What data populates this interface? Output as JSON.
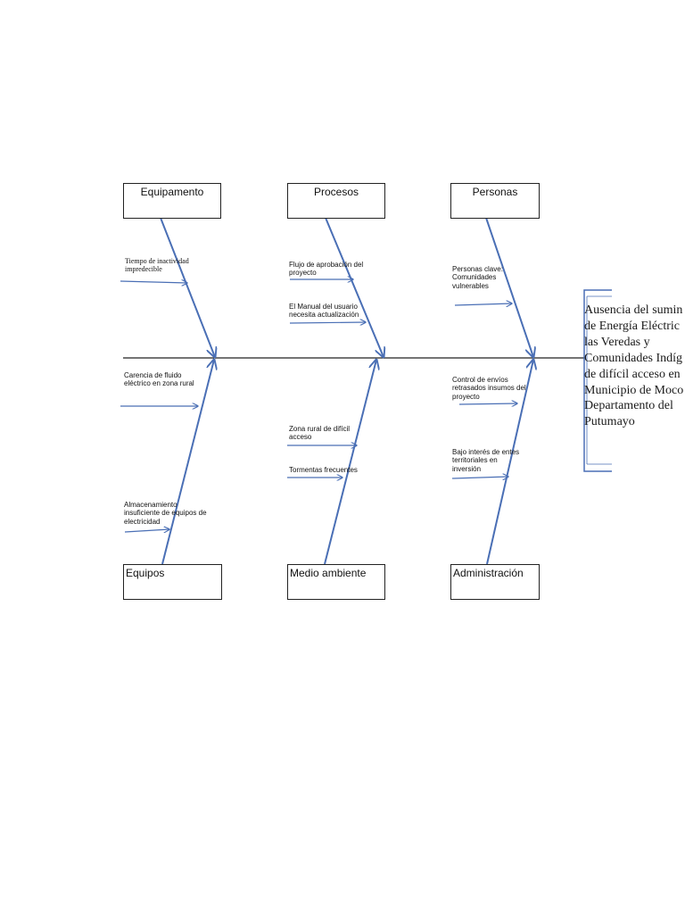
{
  "categories": {
    "top": [
      {
        "id": "equipamento",
        "label": "Equipamento"
      },
      {
        "id": "procesos",
        "label": "Procesos"
      },
      {
        "id": "personas",
        "label": "Personas"
      }
    ],
    "bottom": [
      {
        "id": "equipos",
        "label": "Equipos"
      },
      {
        "id": "medio-ambiente",
        "label": "Medio ambiente"
      },
      {
        "id": "administracion",
        "label": "Administración"
      }
    ]
  },
  "causes": {
    "equipamento": [
      "Tiempo de inactividad\nimpredecible"
    ],
    "equipos": [
      "Carencia de fluido\neléctrico en zona rural",
      "Almacenamiento\ninsuficiente de equipos de\nelectricidad"
    ],
    "procesos": [
      "Flujo de aprobación del\nproyecto",
      "El Manual del usuario\nnecesita actualización"
    ],
    "medio_ambiente": [
      "Zona rural de difícil\nacceso",
      "Tormentas frecuentes"
    ],
    "personas": [
      "Personas clave:\nComunidades\nvulnerables"
    ],
    "administracion": [
      "Control de envíos\nretrasados insumos del\nproyecto",
      "Bajo interés de entes\nterritoriales en\ninversión"
    ]
  },
  "effect": {
    "lines": [
      "Ausencia del sumin",
      "de Energía Eléctric",
      "las Veredas y",
      "Comunidades Indíg",
      "de difícil acceso en",
      "Municipio de Moco",
      "Departamento del",
      "Putumayo"
    ]
  },
  "colors": {
    "arrow": "#4a6fb5",
    "spine": "#222222",
    "box_border": "#222222"
  }
}
